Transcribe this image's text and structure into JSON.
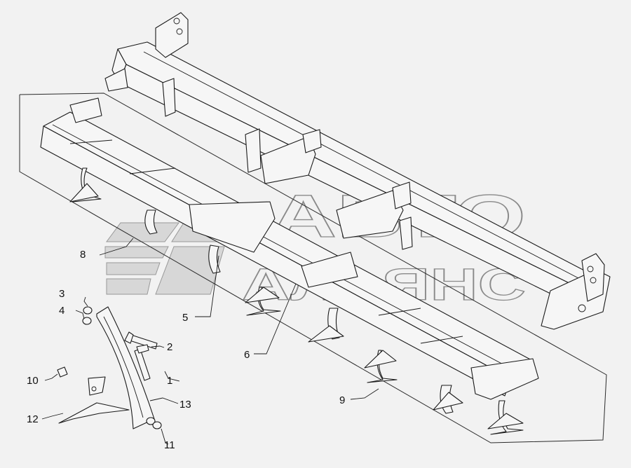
{
  "watermark": {
    "line1": "АВТО",
    "line2": "АЛЬЯНС"
  },
  "callouts": [
    {
      "id": "1",
      "label": "1"
    },
    {
      "id": "2",
      "label": "2"
    },
    {
      "id": "3",
      "label": "3"
    },
    {
      "id": "4",
      "label": "4"
    },
    {
      "id": "5",
      "label": "5"
    },
    {
      "id": "6",
      "label": "6"
    },
    {
      "id": "8",
      "label": "8"
    },
    {
      "id": "9",
      "label": "9"
    },
    {
      "id": "10",
      "label": "10"
    },
    {
      "id": "11",
      "label": "11"
    },
    {
      "id": "12",
      "label": "12"
    },
    {
      "id": "13",
      "label": "13"
    }
  ],
  "colors": {
    "background": "#f2f2f2",
    "line": "#1a1a1a",
    "watermark": "#8a8a8a"
  }
}
